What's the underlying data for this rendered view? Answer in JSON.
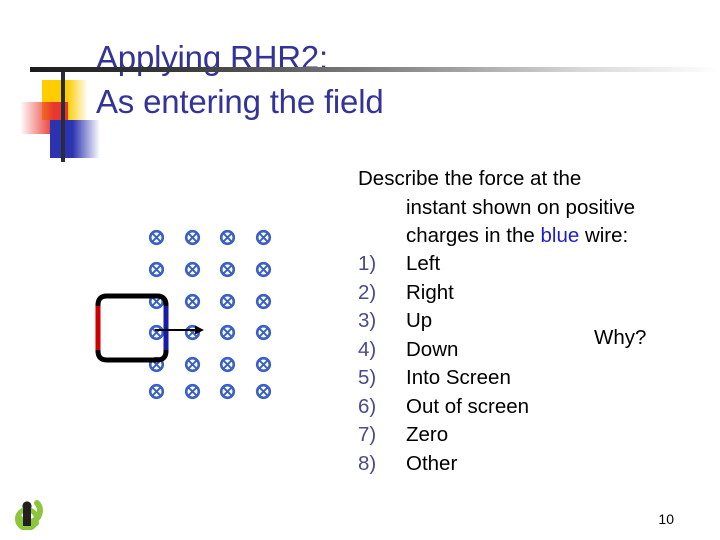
{
  "slide": {
    "title_lines": [
      "Applying RHR2:",
      "As entering the field"
    ],
    "page_number": "10"
  },
  "prompt": {
    "line1": "Describe the force at the",
    "line2": "instant shown on positive",
    "line3_before": "charges in the ",
    "line3_highlight": "blue",
    "line3_after": " wire:",
    "highlight_color": "#1f1fc8"
  },
  "choices": [
    {
      "num": "1)",
      "label": "Left"
    },
    {
      "num": "2)",
      "label": "Right"
    },
    {
      "num": "3)",
      "label": "Up"
    },
    {
      "num": "4)",
      "label": "Down"
    },
    {
      "num": "5)",
      "label": "Into Screen"
    },
    {
      "num": "6)",
      "label": "Out of screen"
    },
    {
      "num": "7)",
      "label": "Zero"
    },
    {
      "num": "8)",
      "label": "Other"
    }
  ],
  "why": {
    "text": "Why?"
  },
  "figure": {
    "field_symbol_name": "field-into-page-x-symbol",
    "field_symbol_color": "#3b61c4",
    "field_columns": 4,
    "field_rows": 6,
    "loop": {
      "frame_color": "#000000",
      "left_edge_color": "#cc0000",
      "right_edge_color": "#1a1aa8"
    },
    "arrow": {
      "color": "#000000",
      "direction": "right"
    }
  },
  "decoration": {
    "yellow": "#ffcc00",
    "red": "#e8372f",
    "blue": "#2b33b0",
    "rule": "#1c1c1c"
  },
  "footer_logo": {
    "swoosh_color": "#8cc63e",
    "mark_color": "#231f20"
  },
  "colors": {
    "title": "#333399",
    "body_text": "#000000",
    "choice_number": "#4a4a8c",
    "background": "#ffffff"
  }
}
